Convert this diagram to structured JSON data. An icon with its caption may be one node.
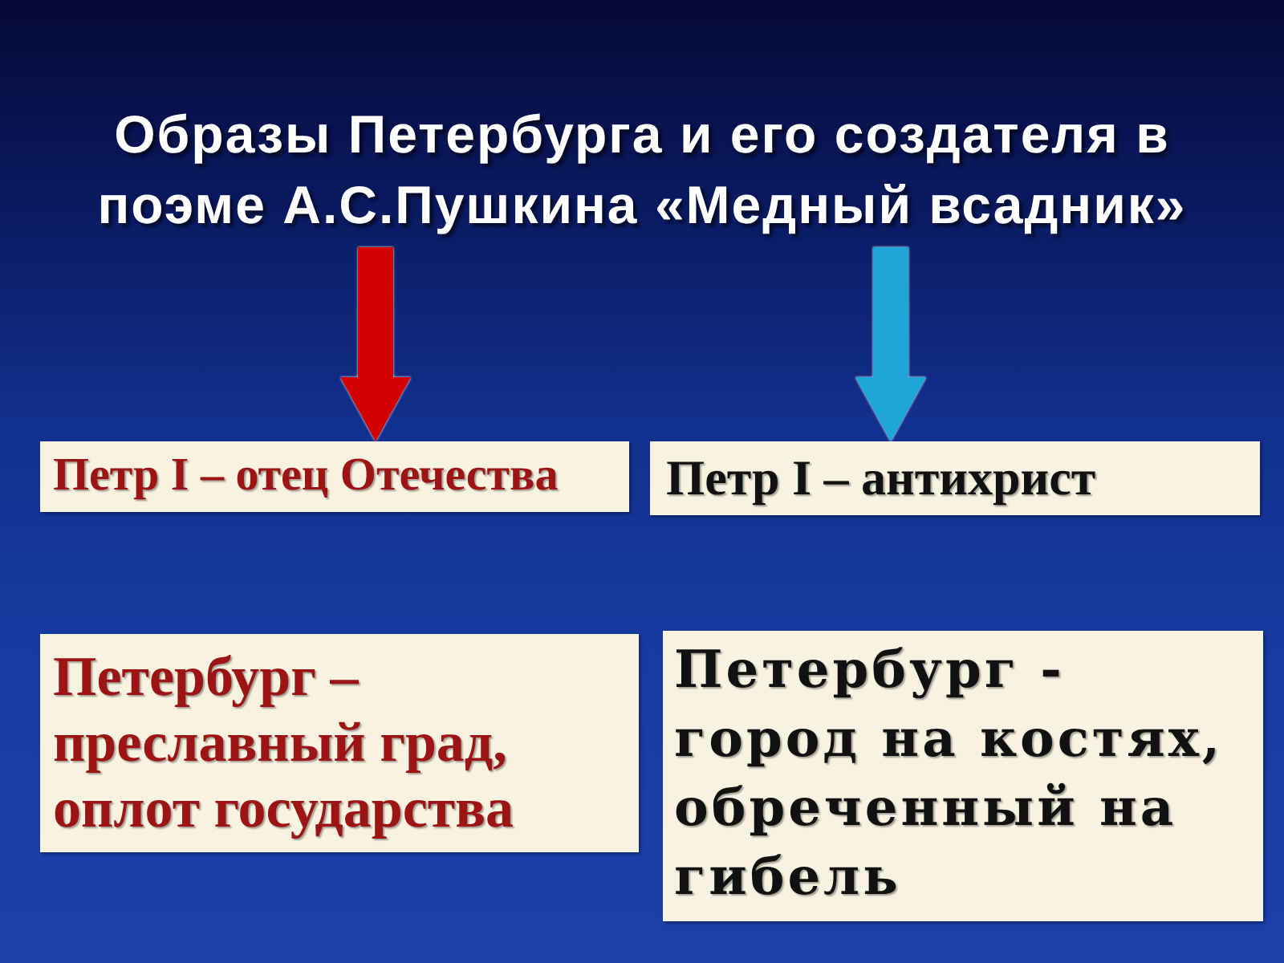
{
  "diagram": {
    "nodes": [
      {
        "text": [
          "Образы Петербурга и его создателя в поэме А.С.Пушкина «Медный всадник»"
        ]
      },
      {
        "text": [
          "Петр I – отец Отечества"
        ]
      },
      {
        "text": [
          "Петр I – антихрист"
        ]
      },
      {
        "text": [
          "Петербург – преславный град, оплот государства"
        ]
      },
      {
        "text": [
          "Петербург - город на костях, обреченный на гибель"
        ]
      }
    ],
    "edges": [
      {
        "from": 0,
        "to": 1,
        "arrow": "to",
        "color": "#d20000"
      },
      {
        "from": 0,
        "to": 2,
        "arrow": "to",
        "color": "#1fa6d8"
      }
    ]
  }
}
